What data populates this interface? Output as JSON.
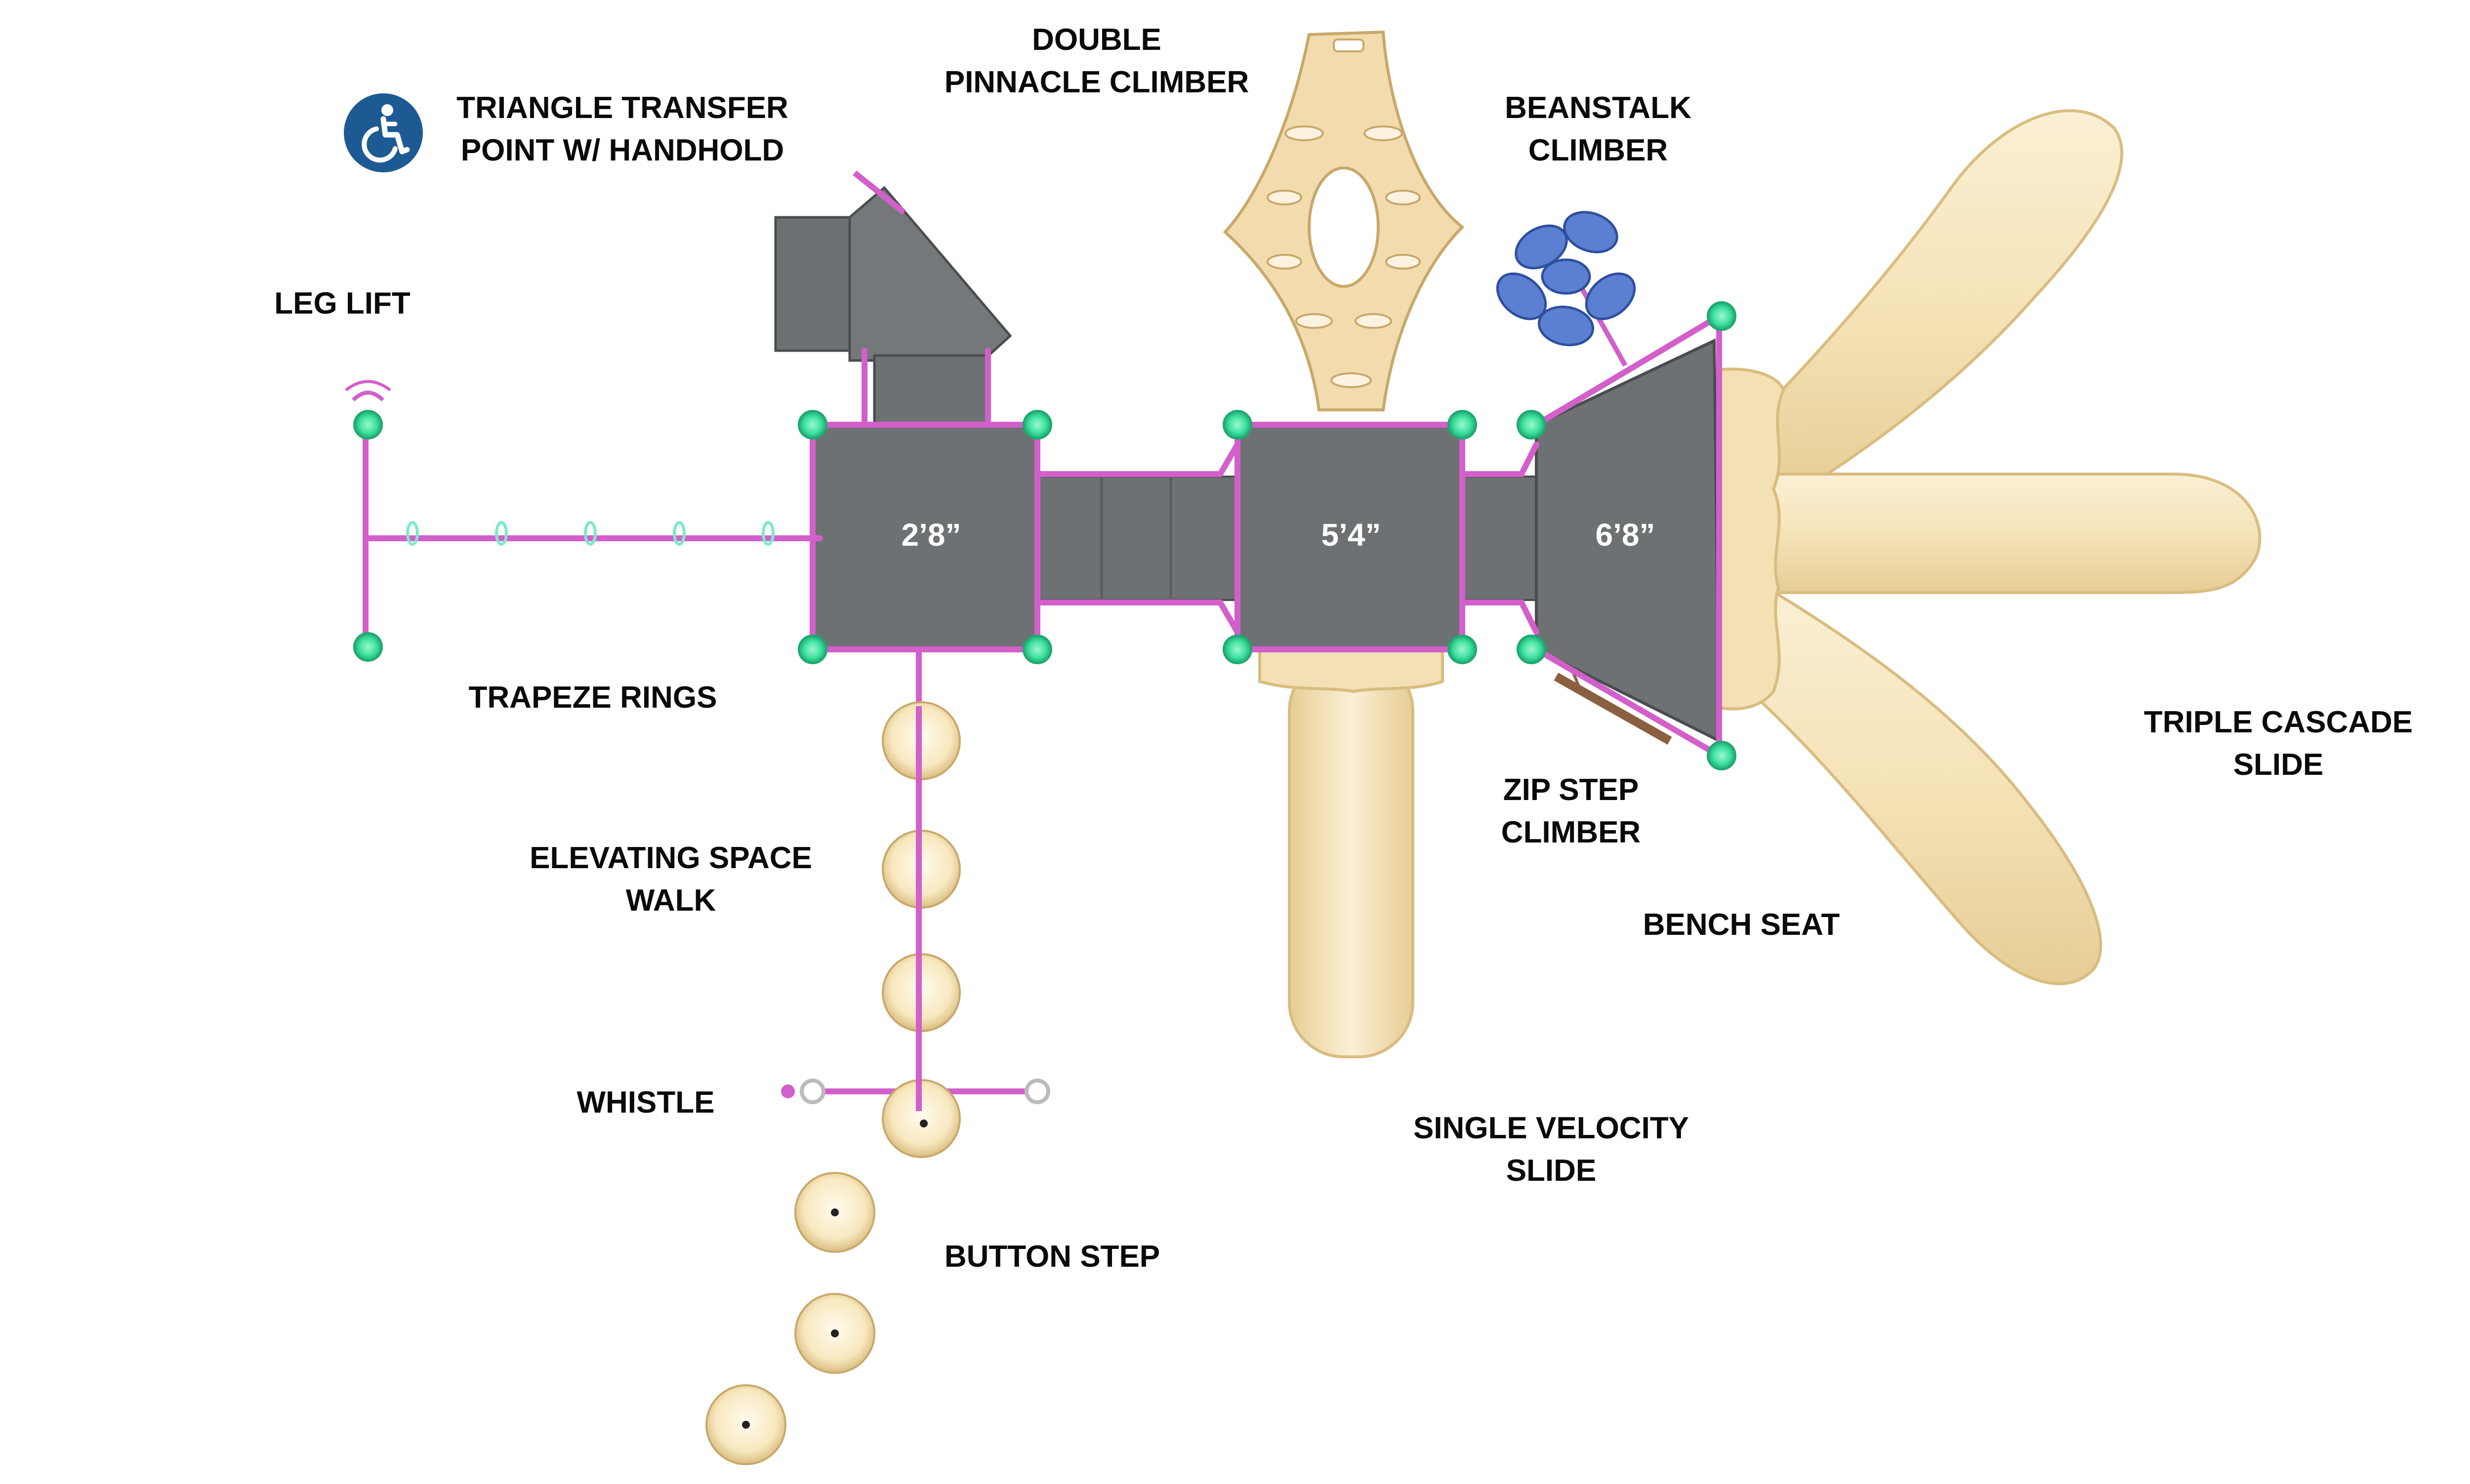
{
  "labels": {
    "double_pinnacle": [
      "DOUBLE",
      "PINNACLE CLIMBER"
    ],
    "triangle_transfer": [
      "TRIANGLE TRANSFER",
      "POINT W/ HANDHOLD"
    ],
    "beanstalk": [
      "BEANSTALK",
      "CLIMBER"
    ],
    "leg_lift": [
      "LEG LIFT"
    ],
    "trapeze_rings": [
      "TRAPEZE RINGS"
    ],
    "elevating_space_walk": [
      "ELEVATING SPACE",
      "WALK"
    ],
    "whistle": [
      "WHISTLE"
    ],
    "button_step": [
      "BUTTON STEP"
    ],
    "zip_step": [
      "ZIP STEP",
      "CLIMBER"
    ],
    "bench_seat": [
      "BENCH SEAT"
    ],
    "triple_cascade": [
      "TRIPLE CASCADE",
      "SLIDE"
    ],
    "single_velocity": [
      "SINGLE VELOCITY",
      "SLIDE"
    ]
  },
  "decks": {
    "deck1": "2’8”",
    "deck2": "5’4”",
    "deck3": "6’8”"
  },
  "icons": {
    "accessibility": "accessibility-icon"
  },
  "colors": {
    "deck": "#6e7174",
    "frame": "#d35fcb",
    "post": "#3fe3a0",
    "slide": "#f1ddb0",
    "ada": "#1d5a94",
    "beanstalk": "#5b7fd1"
  }
}
